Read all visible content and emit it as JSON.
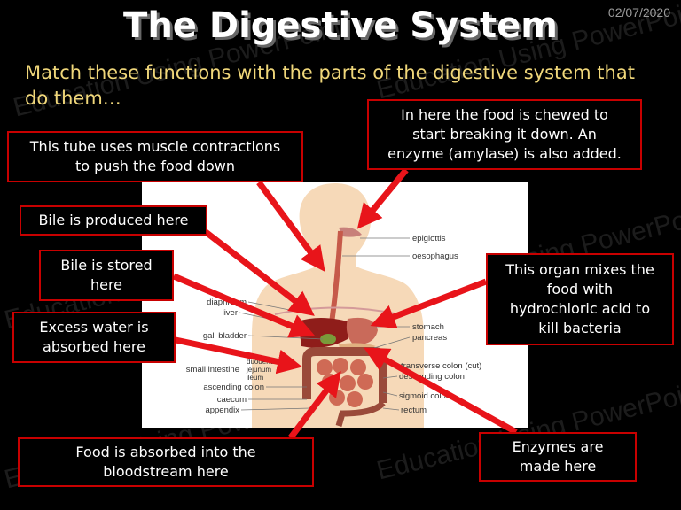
{
  "slide": {
    "title": "The Digestive System",
    "date": "02/07/2020",
    "subtitle": "Match these functions with the parts of the digestive system that do them…",
    "watermark": "Education Using PowerPoint"
  },
  "boxes": {
    "mouth": "In here the food is chewed to\nstart breaking it down.  An\nenzyme (amylase) is also added.",
    "oesophagus": "This tube uses muscle contractions\nto push the food down",
    "liver": "Bile is produced here",
    "gall_bladder": "Bile is stored\nhere",
    "stomach": "This organ mixes the\nfood with\nhydrochloric acid to\nkill bacteria",
    "large_intestine": "Excess water is\nabsorbed here",
    "small_intestine": "Food is absorbed into the\nbloodstream here",
    "pancreas": "Enzymes are\nmade here"
  },
  "diagram_labels": {
    "epiglottis": "epiglottis",
    "oesophagus": "oesophagus",
    "diaphragm": "diaphragm",
    "liver": "liver",
    "gall_bladder": "gall bladder",
    "stomach": "stomach",
    "pancreas": "pancreas",
    "small_intestine": "small intestine",
    "duodenum": "duodenum",
    "jejunum": "jejunum",
    "ileum": "ileum",
    "transverse_colon": "transverse colon (cut)",
    "descending_colon": "descending colon",
    "ascending_colon": "ascending colon",
    "caecum": "caecum",
    "appendix": "appendix",
    "sigmoid_colon": "sigmoid colon",
    "rectum": "rectum"
  },
  "colors": {
    "box_border": "#c80000",
    "arrow": "#e8141a",
    "subtitle": "#f0d77a"
  }
}
